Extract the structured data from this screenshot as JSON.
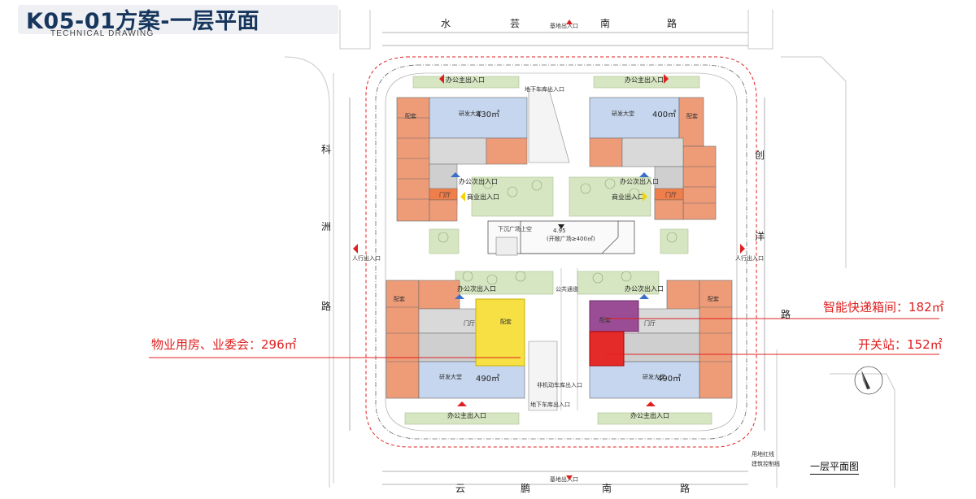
{
  "header": {
    "title": "K05-01方案-一层平面",
    "subtitle": "TECHNICAL DRAWING"
  },
  "roads": {
    "north": [
      "水",
      "芸",
      "南",
      "路"
    ],
    "south": [
      "云",
      "鹏",
      "南",
      "路"
    ],
    "west": [
      "科",
      "洲",
      "路"
    ],
    "east": [
      "创",
      "洋",
      "路"
    ]
  },
  "entrances": {
    "basement_north": "基地出入口",
    "basement_south": "基地出入口",
    "pedestrian_west": "人行出入口",
    "pedestrian_east": "人行出入口",
    "office_main_nw": "办公主出入口",
    "office_main_ne": "办公主出入口",
    "office_main_sw": "办公主出入口",
    "office_main_se": "办公主出入口",
    "office_secondary_nw": "办公次出入口",
    "office_secondary_ne": "办公次出入口",
    "office_secondary_sw": "办公次出入口",
    "office_secondary_se": "办公次出入口",
    "commercial_nw": "商业出入口",
    "commercial_ne": "商业出入口",
    "garage_north": "地下车库出入口",
    "garage_south": "地下车库出入口",
    "nonmotor": "非机动车库出入口",
    "public_passage": "公共通道"
  },
  "areas": {
    "nw": "430㎡",
    "ne": "400㎡",
    "sw": "490㎡",
    "se": "490㎡"
  },
  "rooms": {
    "lobby": "研发大堂",
    "office": "配套",
    "hall": "门厅"
  },
  "plaza": {
    "sunken": "下沉广场上空",
    "elevation": "4.95",
    "area_note": "(开敞广场≥400㎡)"
  },
  "annotations": {
    "property": "物业用房、业委会：296㎡",
    "locker": "智能快递箱间：182㎡",
    "switch": "开关站：152㎡"
  },
  "legend": {
    "red_line": "用地红线",
    "control_line": "建筑控制线"
  },
  "caption": "一层平面图",
  "colors": {
    "title": "#17365d",
    "annotation": "#e02020",
    "lobby": "#c5d6ee",
    "office": "#ee9c78",
    "green": "#d6e6c2",
    "property": "#f6e044",
    "locker": "#9a4d94",
    "switch": "#e52a2a",
    "entrance_red": "#e02020",
    "entrance_blue": "#3a6fc8",
    "entrance_yellow": "#f1d400"
  }
}
